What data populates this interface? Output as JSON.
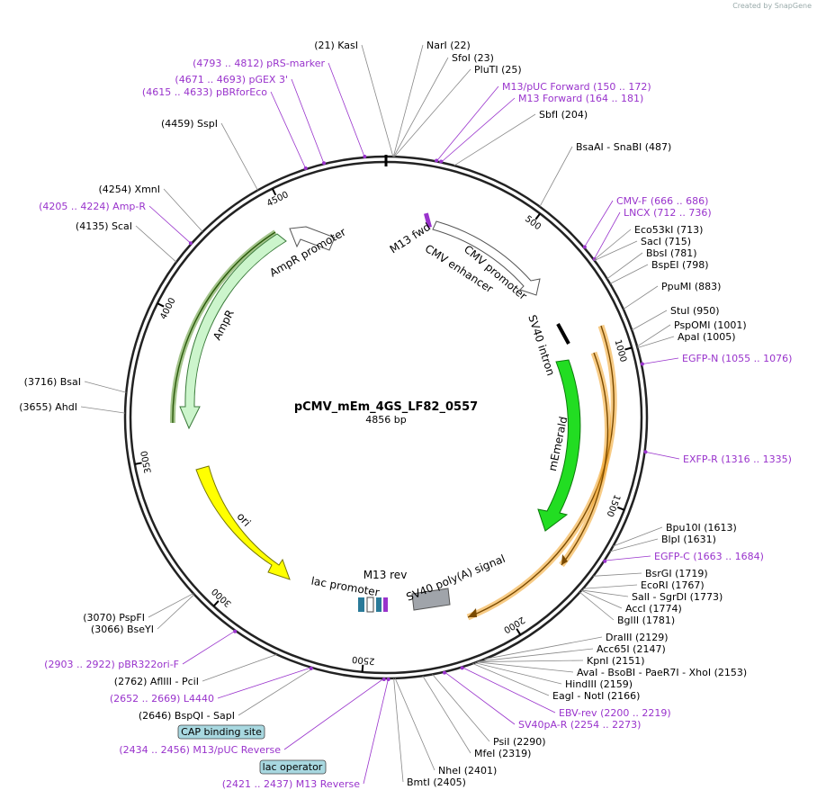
{
  "credit": "Created by SnapGene",
  "plasmid": {
    "name": "pCMV_mEm_4GS_LF82_0557",
    "length_label": "4856 bp",
    "length": 4856
  },
  "ticks": [
    "500",
    "1000",
    "1500",
    "2000",
    "2500",
    "3000",
    "3500",
    "4000",
    "4500"
  ],
  "sites": [
    {
      "kind": "enzyme",
      "text": "(21)  KasI"
    },
    {
      "kind": "enzyme",
      "text": "NarI  (22)"
    },
    {
      "kind": "enzyme",
      "text": "SfoI  (23)"
    },
    {
      "kind": "enzyme",
      "text": "PluTI  (25)"
    },
    {
      "kind": "primer",
      "text": "M13/pUC Forward  (150 .. 172)"
    },
    {
      "kind": "primer",
      "text": "M13 Forward  (164 .. 181)"
    },
    {
      "kind": "enzyme",
      "text": "SbfI  (204)"
    },
    {
      "kind": "enzyme",
      "text": "BsaAI - SnaBI  (487)"
    },
    {
      "kind": "primer",
      "text": "CMV-F  (666 .. 686)"
    },
    {
      "kind": "primer",
      "text": "LNCX  (712 .. 736)"
    },
    {
      "kind": "enzyme",
      "text": "Eco53kI  (713)"
    },
    {
      "kind": "enzyme",
      "text": "SacI  (715)"
    },
    {
      "kind": "enzyme",
      "text": "BbsI  (781)"
    },
    {
      "kind": "enzyme",
      "text": "BspEI  (798)"
    },
    {
      "kind": "enzyme",
      "text": "PpuMI  (883)"
    },
    {
      "kind": "enzyme",
      "text": "StuI  (950)"
    },
    {
      "kind": "enzyme",
      "text": "PspOMI  (1001)"
    },
    {
      "kind": "enzyme",
      "text": "ApaI  (1005)"
    },
    {
      "kind": "primer",
      "text": "EGFP-N  (1055 .. 1076)"
    },
    {
      "kind": "primer",
      "text": "EXFP-R  (1316 .. 1335)"
    },
    {
      "kind": "enzyme",
      "text": "Bpu10I  (1613)"
    },
    {
      "kind": "enzyme",
      "text": "BlpI  (1631)"
    },
    {
      "kind": "primer",
      "text": "EGFP-C  (1663 .. 1684)"
    },
    {
      "kind": "enzyme",
      "text": "BsrGI  (1719)"
    },
    {
      "kind": "enzyme",
      "text": "EcoRI  (1767)"
    },
    {
      "kind": "enzyme",
      "text": "SalI - SgrDI  (1773)"
    },
    {
      "kind": "enzyme",
      "text": "AccI  (1774)"
    },
    {
      "kind": "enzyme",
      "text": "BglII  (1781)"
    },
    {
      "kind": "enzyme",
      "text": "DraIII  (2129)"
    },
    {
      "kind": "enzyme",
      "text": "Acc65I  (2147)"
    },
    {
      "kind": "enzyme",
      "text": "KpnI  (2151)"
    },
    {
      "kind": "enzyme",
      "text": "AvaI - BsoBI - PaeR7I - XhoI  (2153)"
    },
    {
      "kind": "enzyme",
      "text": "HindIII  (2159)"
    },
    {
      "kind": "enzyme",
      "text": "EagI - NotI  (2166)"
    },
    {
      "kind": "primer",
      "text": "EBV-rev  (2200 .. 2219)"
    },
    {
      "kind": "primer",
      "text": "SV40pA-R  (2254 .. 2273)"
    },
    {
      "kind": "enzyme",
      "text": "PsiI  (2290)"
    },
    {
      "kind": "enzyme",
      "text": "MfeI  (2319)"
    },
    {
      "kind": "enzyme",
      "text": "NheI  (2401)"
    },
    {
      "kind": "enzyme",
      "text": "BmtI  (2405)"
    },
    {
      "kind": "primer",
      "text": "(2421 .. 2437)  M13 Reverse"
    },
    {
      "kind": "feature",
      "text": "lac operator"
    },
    {
      "kind": "primer",
      "text": "(2434 .. 2456)  M13/pUC Reverse"
    },
    {
      "kind": "feature",
      "text": "CAP binding site"
    },
    {
      "kind": "enzyme",
      "text": "(2646)  BspQI - SapI"
    },
    {
      "kind": "primer",
      "text": "(2652 .. 2669)  L4440"
    },
    {
      "kind": "enzyme",
      "text": "(2762)  AflIII - PciI"
    },
    {
      "kind": "primer",
      "text": "(2903 .. 2922)  pBR322ori-F"
    },
    {
      "kind": "enzyme",
      "text": "(3066)  BseYI"
    },
    {
      "kind": "enzyme",
      "text": "(3070)  PspFI"
    },
    {
      "kind": "enzyme",
      "text": "(3655)  AhdI"
    },
    {
      "kind": "enzyme",
      "text": "(3716)  BsaI"
    },
    {
      "kind": "enzyme",
      "text": "(4135)  ScaI"
    },
    {
      "kind": "primer",
      "text": "(4205 .. 4224)  Amp-R"
    },
    {
      "kind": "enzyme",
      "text": "(4254)  XmnI"
    },
    {
      "kind": "enzyme",
      "text": "(4459)  SspI"
    },
    {
      "kind": "primer",
      "text": "(4615 .. 4633)  pBRforEco"
    },
    {
      "kind": "primer",
      "text": "(4671 .. 4693)  pGEX 3'"
    },
    {
      "kind": "primer",
      "text": "(4793 .. 4812)  pRS-marker"
    }
  ],
  "features": [
    {
      "name": "M13 fwd",
      "color": "#9933cc"
    },
    {
      "name": "CMV enhancer",
      "color": "#ffffff"
    },
    {
      "name": "CMV promoter",
      "color": "#ffffff"
    },
    {
      "name": "SV40 intron",
      "color": "#000000"
    },
    {
      "name": "mEmerald",
      "color": "#22dd22"
    },
    {
      "name": "SV40 poly(A) signal",
      "color": "#a0a4aa"
    },
    {
      "name": "M13 rev",
      "color": "#9933cc"
    },
    {
      "name": "lac promoter",
      "color": "#ffffff"
    },
    {
      "name": "ori",
      "color": "#ffff00"
    },
    {
      "name": "AmpR",
      "color": "#ccf5cc"
    },
    {
      "name": "AmpR promoter",
      "color": "#ffffff"
    }
  ],
  "colors": {
    "primer": "#9933cc",
    "enzyme": "#000000",
    "orf": "#f0a020",
    "box": "#a8d8e0"
  }
}
